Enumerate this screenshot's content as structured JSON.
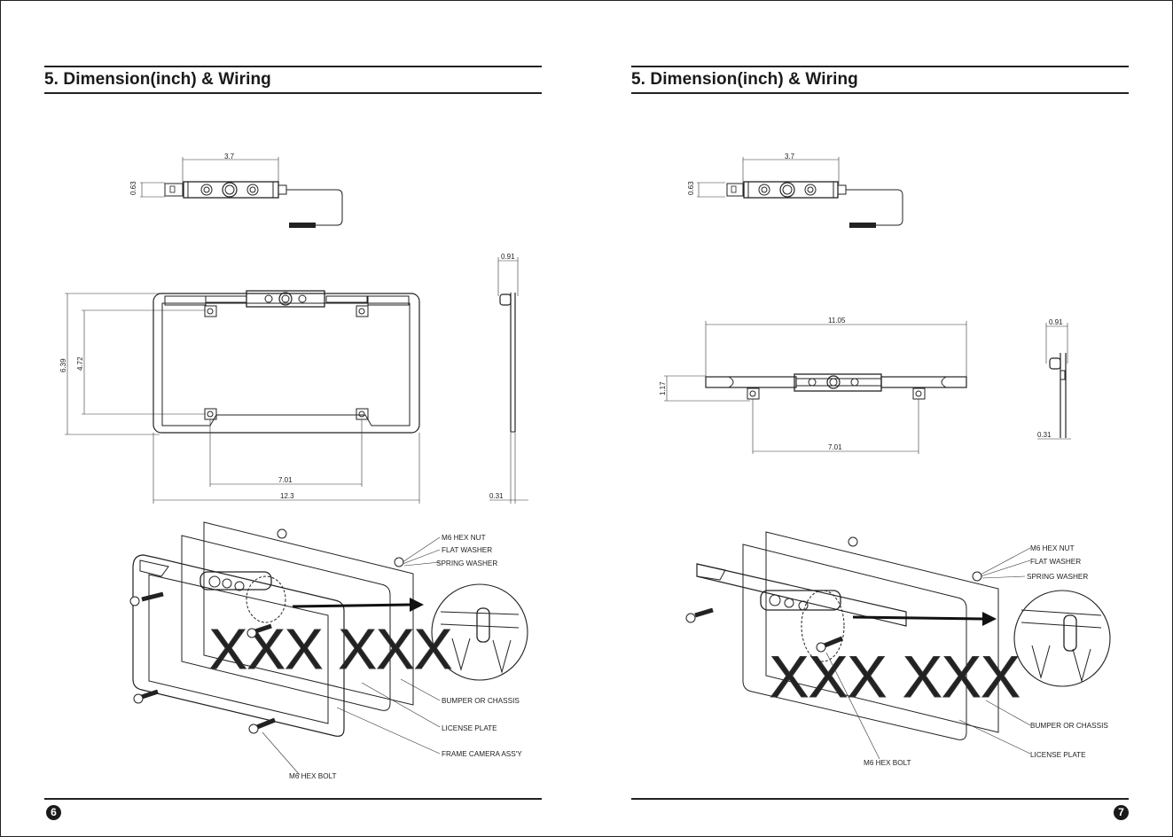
{
  "left_page": {
    "title": "5. Dimension(inch) & Wiring",
    "page_number": "6",
    "dims": {
      "camera_width": "3.7",
      "camera_height": "0.63",
      "frame_depth": "0.91",
      "frame_outer_height": "6.39",
      "frame_inner_height": "4.72",
      "hole_spacing": "7.01",
      "frame_width": "12.3",
      "frame_thickness": "0.31"
    },
    "labels": {
      "hex_nut": "M6 HEX NUT",
      "flat_washer": "FLAT WASHER",
      "spring_washer": "SPRING WASHER",
      "bumper": "BUMPER OR CHASSIS",
      "license_plate": "LICENSE PLATE",
      "frame_camera": "FRAME CAMERA ASS'Y",
      "hex_bolt": "M6 HEX BOLT"
    }
  },
  "right_page": {
    "title": "5. Dimension(inch) & Wiring",
    "page_number": "7",
    "dims": {
      "camera_width": "3.7",
      "camera_height": "0.63",
      "bar_width": "11.05",
      "bar_height": "1.17",
      "hole_spacing": "7.01",
      "bar_depth": "0.91",
      "bar_thickness": "0.31"
    },
    "labels": {
      "hex_nut": "M6 HEX NUT",
      "flat_washer": "FLAT WASHER",
      "spring_washer": "SPRING WASHER",
      "bumper": "BUMPER OR CHASSIS",
      "license_plate": "LICENSE PLATE",
      "hex_bolt": "M6 HEX BOLT"
    }
  },
  "plate_text": "XXX XXX"
}
